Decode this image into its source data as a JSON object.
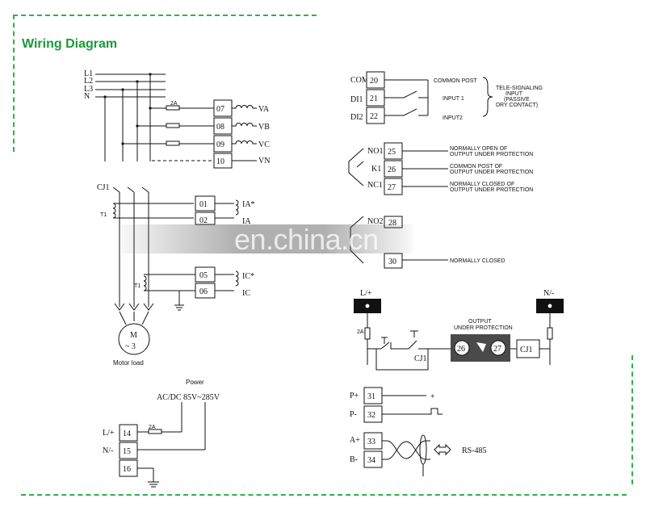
{
  "title": "Wiring Diagram",
  "lines": {
    "l1": "L1",
    "l2": "L2",
    "l3": "L3",
    "n": "N"
  },
  "fuse": "2A",
  "voltage_terminals": [
    {
      "num": "07",
      "label": "VA"
    },
    {
      "num": "08",
      "label": "VB"
    },
    {
      "num": "09",
      "label": "VC"
    },
    {
      "num": "10",
      "label": "VN"
    }
  ],
  "current": {
    "contactor": "CJ1",
    "ct1": "T1",
    "ct2": "T1",
    "terminals": [
      {
        "num": "01",
        "label": "IA*"
      },
      {
        "num": "02",
        "label": "IA"
      },
      {
        "num": "05",
        "label": "IC*"
      },
      {
        "num": "06",
        "label": "IC"
      }
    ],
    "motor_symbol": "M",
    "motor_phase": "~ 3",
    "motor_label": "Motor load"
  },
  "inputs": {
    "terminals": [
      {
        "name": "COM",
        "num": "20",
        "desc": "COMMON POST"
      },
      {
        "name": "DI1",
        "num": "21",
        "desc": "INPUT 1"
      },
      {
        "name": "DI2",
        "num": "22",
        "desc": "INPUT2"
      }
    ],
    "note_lines": [
      "TELE-SIGNALING",
      "INPUT",
      "(PASSIVE",
      "DRY CONTACT)"
    ]
  },
  "relay1": [
    {
      "name": "NO1",
      "num": "25",
      "desc1": "NORMALLY OPEN OF",
      "desc2": "OUTPUT UNDER PROTECTION"
    },
    {
      "name": "K1",
      "num": "26",
      "desc1": "COMMON POST OF",
      "desc2": "OUTPUT UNDER PROTECTION"
    },
    {
      "name": "NC1",
      "num": "27",
      "desc1": "NORMALLY CLOSED OF",
      "desc2": "OUTPUT UNDER PROTECTION"
    }
  ],
  "relay2": {
    "name": "NO2",
    "num_partial": "28",
    "num": "30",
    "desc": "NORMALLY CLOSED"
  },
  "control": {
    "left_supply": "L/+",
    "right_supply": "N/-",
    "fuse": "2A",
    "contactor": "CJ1",
    "coil": "CJ1",
    "output_label_1": "OUTPUT",
    "output_label_2": "UNDER PROTECTION",
    "contact_a": "26",
    "contact_b": "27"
  },
  "power": {
    "title": "Power",
    "spec": "AC/DC  85V~285V",
    "fuse": "2A",
    "terminals": [
      {
        "name": "L/+",
        "num": "14"
      },
      {
        "name": "N/-",
        "num": "15"
      },
      {
        "name": "",
        "num": "16"
      }
    ]
  },
  "analog": {
    "terminals": [
      {
        "name": "P+",
        "num": "31"
      },
      {
        "name": "P-",
        "num": "32"
      }
    ],
    "plus_sign": "+"
  },
  "rs485": {
    "terminals": [
      {
        "name": "A+",
        "num": "33"
      },
      {
        "name": "B-",
        "num": "34"
      }
    ],
    "label": "RS-485"
  },
  "watermark": "en.china.cn"
}
